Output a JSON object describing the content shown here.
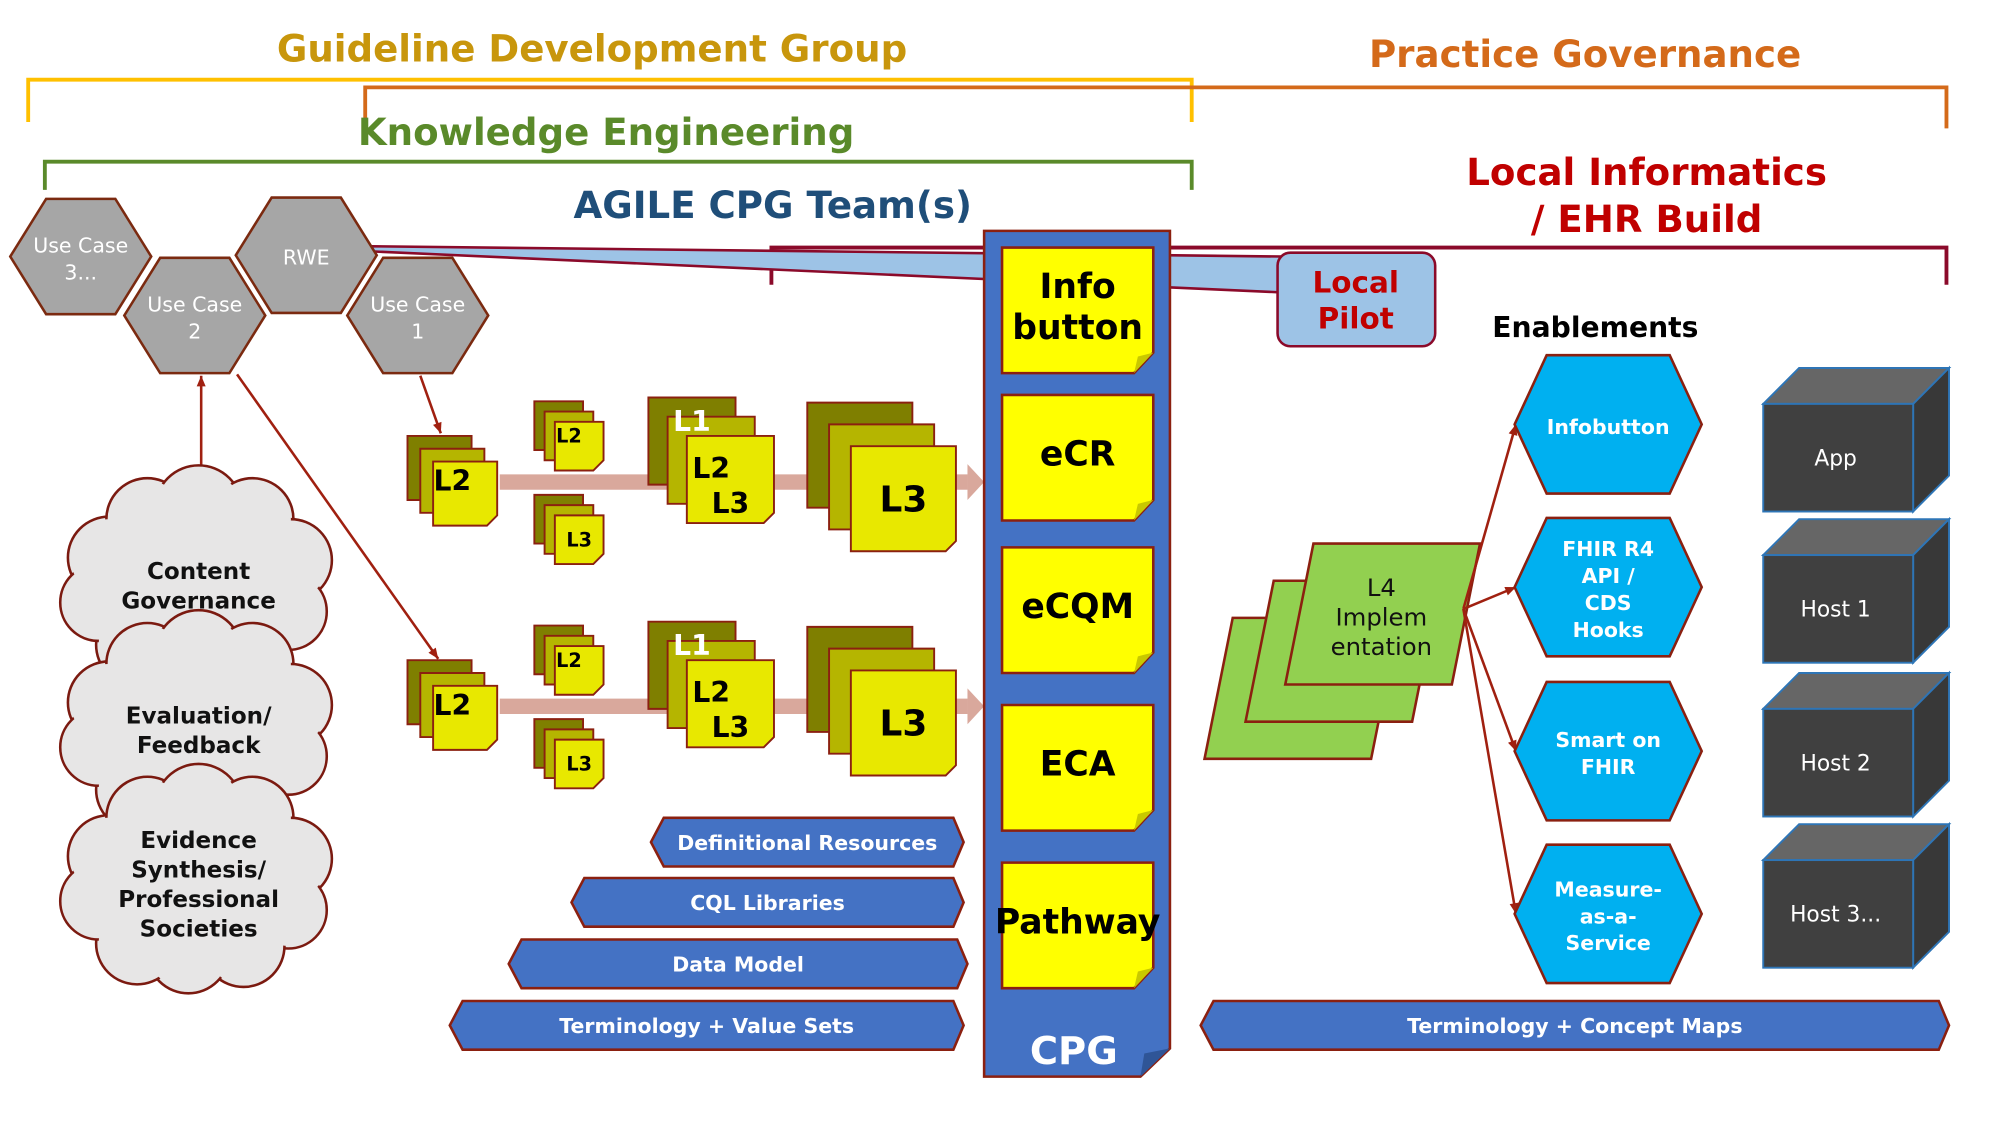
{
  "headers": {
    "guideline_group": "Guideline Development Group",
    "practice_governance": "Practice Governance",
    "knowledge_engineering": "Knowledge Engineering",
    "agile_team": "AGILE CPG Team(s)",
    "local_informatics": [
      "Local Informatics",
      "/ EHR Build"
    ],
    "enablements": "Enablements"
  },
  "colors": {
    "guideline": "#C8960C",
    "guideline_bracket": "#FFC000",
    "practice": "#D46A1A",
    "knowledge": "#5A8A2A",
    "agile": "#1F4E79",
    "local": "#C00000",
    "cpg_blue": "#4472C4",
    "enablement_blue": "#00B0F0",
    "card_yellow": "#FFFF00",
    "l4_green": "#92D050",
    "cube_dark": "#404040"
  },
  "use_cases": [
    {
      "lines": [
        "Use Case",
        "3..."
      ]
    },
    {
      "lines": [
        "Use Case",
        "2"
      ]
    },
    {
      "lines": [
        "RWE"
      ]
    },
    {
      "lines": [
        "Use Case",
        "1"
      ]
    }
  ],
  "clouds": [
    {
      "lines": [
        "Content",
        "Governance"
      ]
    },
    {
      "lines": [
        "Evaluation/",
        "Feedback"
      ]
    },
    {
      "lines": [
        "Evidence",
        "Synthesis/",
        "Professional",
        "Societies"
      ]
    }
  ],
  "doc_labels": {
    "l1": "L1",
    "l2": "L2",
    "l3": "L3"
  },
  "cpg": {
    "label": "CPG",
    "cards": [
      {
        "lines": [
          "Info",
          "button"
        ]
      },
      {
        "lines": [
          "eCR"
        ]
      },
      {
        "lines": [
          "eCQM"
        ]
      },
      {
        "lines": [
          "ECA"
        ]
      },
      {
        "lines": [
          "Pathway"
        ]
      }
    ]
  },
  "left_bands": [
    "Definitional Resources",
    "CQL Libraries",
    "Data Model",
    "Terminology + Value Sets"
  ],
  "right_band": "Terminology + Concept Maps",
  "local_pilot": [
    "Local",
    "Pilot"
  ],
  "l4": [
    "L4",
    "Implem",
    "entation"
  ],
  "enablement_items": [
    {
      "lines": [
        "Infobutton"
      ]
    },
    {
      "lines": [
        "FHIR R4",
        "API /",
        "CDS",
        "Hooks"
      ]
    },
    {
      "lines": [
        "Smart on",
        "FHIR"
      ]
    },
    {
      "lines": [
        "Measure-",
        "as-a-",
        "Service"
      ]
    }
  ],
  "hosts": [
    "App",
    "Host 1",
    "Host 2",
    "Host 3..."
  ]
}
